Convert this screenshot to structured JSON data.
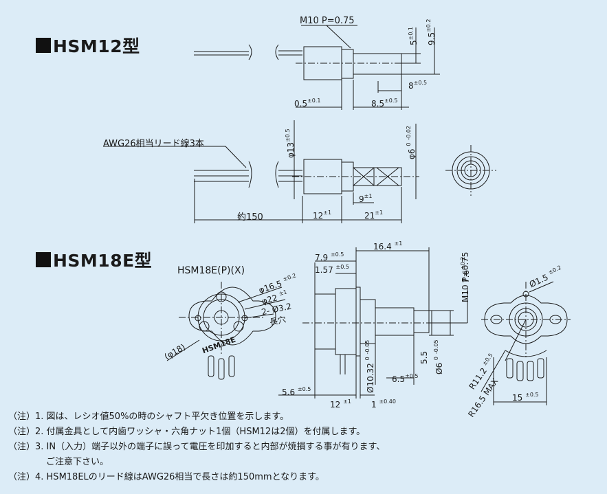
{
  "sections": {
    "hsm12": {
      "title": "HSM12型"
    },
    "hsm18e": {
      "title": "HSM18E型",
      "subtitle": "HSM18E(P)(X)"
    }
  },
  "hsm12_dims": {
    "thread": "M10 P=0.75",
    "d5": "5",
    "d5_tol": "±0.1",
    "d9_5": "9.5",
    "d9_5_tol": "±0.2",
    "d8": "8",
    "d8_tol": "±0.5",
    "d0_5": "0.5",
    "d0_5_tol": "±0.1",
    "d8_5": "8.5",
    "d8_5_tol": "±0.5",
    "wire": "AWG26相当リード線3本",
    "phi13": "φ13",
    "phi13_tol": "±0.5",
    "phi6": "φ6",
    "phi6_tol_upper": "0",
    "phi6_tol_lower": "-0.02",
    "d9": "9",
    "d9_tol": "±1",
    "approx150": "約150",
    "d12": "12",
    "d12_tol": "±1",
    "d21": "21",
    "d21_tol": "±1"
  },
  "hsm18e_dims": {
    "d16_4": "16.4",
    "d16_4_tol": "±1",
    "d7_9": "7.9",
    "d7_9_tol": "±0.5",
    "d1_57": "1.57",
    "d1_57_tol": "±0.5",
    "phi16_5": "φ16.5",
    "phi16_5_tol": "±0.2",
    "phi22": "φ22",
    "phi22_tol": "±1",
    "hole": "2- Ø3.2",
    "hole_sub": "長穴",
    "phi18": "(φ18)",
    "m10": "M10 P=0.75",
    "d7_6": "7.6",
    "d7_6_tol": "±0.2",
    "phi1_5": "Ø1.5",
    "phi1_5_tol": "±0.2",
    "r11_2": "R11.2",
    "r11_2_tol": "±0.5",
    "r16_5": "R16.5 MAX",
    "d5_5": "5.5",
    "phi6": "Ø6",
    "phi6_tol_upper": "0",
    "phi6_tol_lower": "-0.05",
    "phi10_32": "Ø10.32",
    "phi10_32_tol_upper": "0",
    "phi10_32_tol_lower": "-0.05",
    "d6_5": "6.5",
    "d6_5_tol": "±0.5",
    "d5_6": "5.6",
    "d5_6_tol": "±0.5",
    "d12": "12",
    "d12_tol": "±1",
    "d1": "1",
    "d1_tol": "±0.40",
    "d15": "15",
    "d15_tol": "±0.5",
    "marking": "HSM18E"
  },
  "notes": [
    "（注）1. 図は、レシオ値50%の時のシャフト平欠き位置を示します。",
    "（注）2. 付属金具として内歯ワッシャ・六角ナット1個（HSM12は2個）を付属します。",
    "（注）3. IN（入力）端子以外の端子に誤って電圧を印加すると内部が焼損する事が有ります、",
    "ご注意下さい。",
    "（注）4. HSM18ELのリード線はAWG26相当で長さは約150mmとなります。"
  ],
  "colors": {
    "background": "#dcecf7",
    "ink": "#1a1a1a"
  }
}
